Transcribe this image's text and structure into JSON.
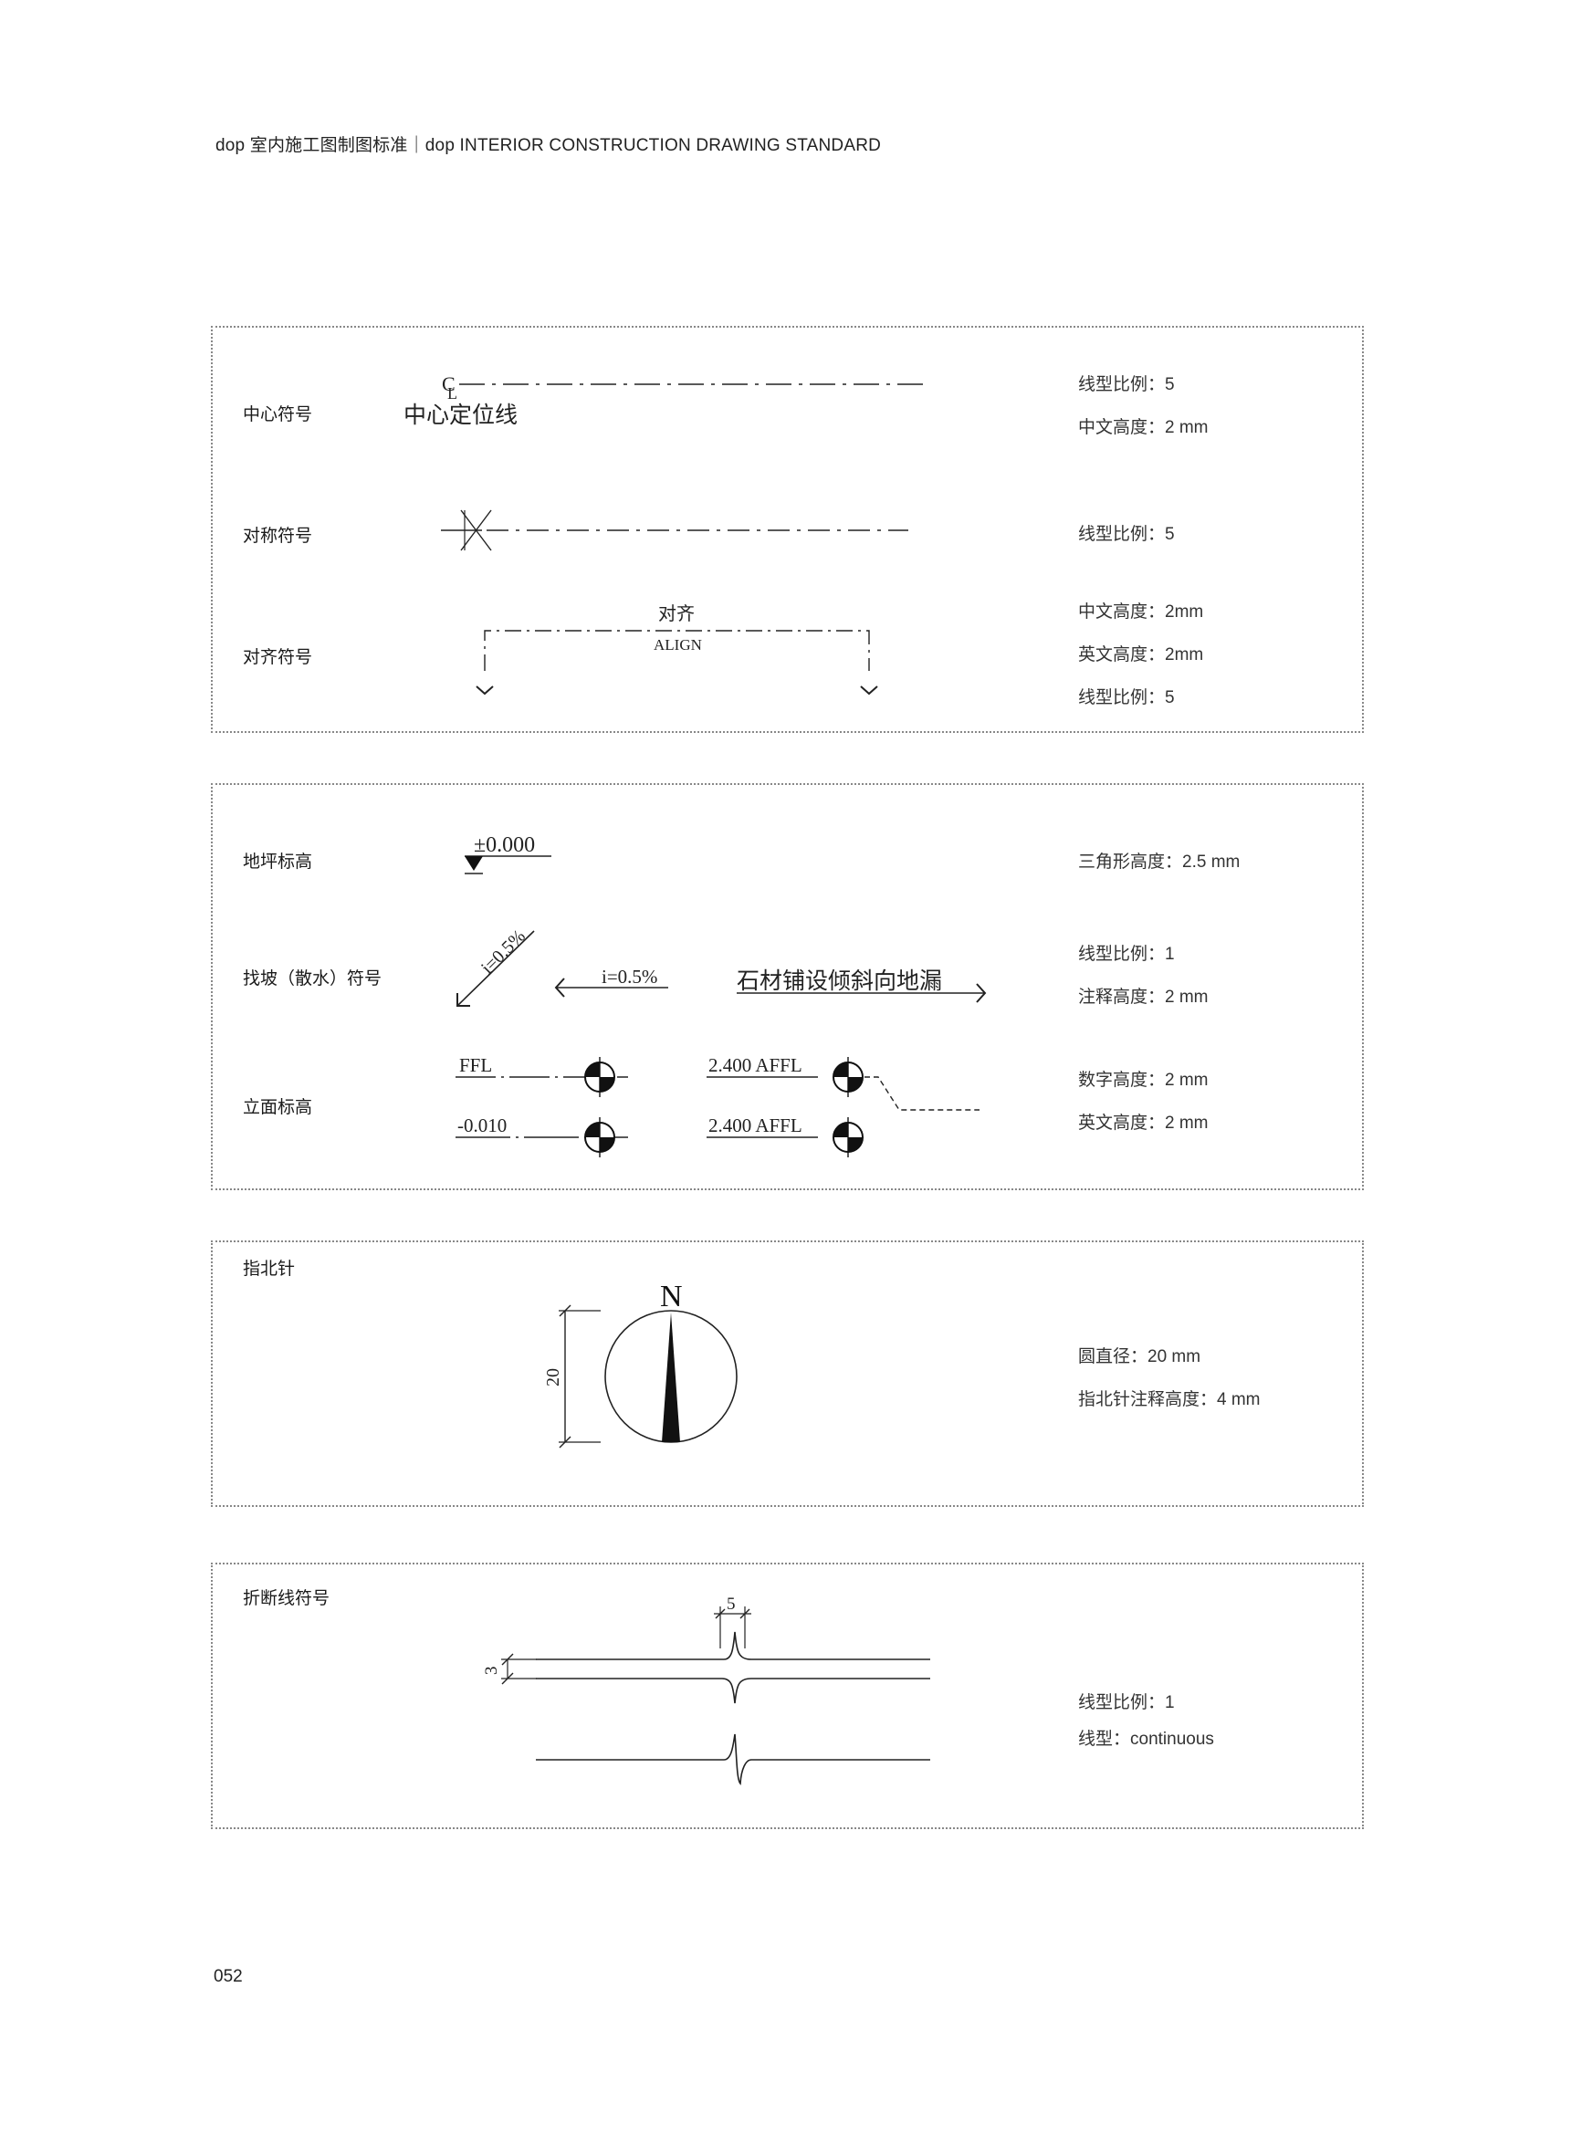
{
  "header": {
    "title": "dop 室内施工图制图标准｜dop INTERIOR CONSTRUCTION DRAWING STANDARD"
  },
  "page_number": "052",
  "sections": {
    "center": {
      "label": "中心符号",
      "cl_c": "C",
      "cl_l": "L",
      "caption": "中心定位线",
      "specs": [
        "线型比例：5",
        "中文高度：2 mm"
      ]
    },
    "symmetry": {
      "label": "对称符号",
      "specs": [
        "线型比例：5"
      ]
    },
    "align": {
      "label": "对齐符号",
      "text_cn": "对齐",
      "text_en": "ALIGN",
      "specs": [
        "中文高度：2mm",
        "英文高度：2mm",
        "线型比例：5"
      ]
    },
    "floor_level": {
      "label": "地坪标高",
      "value": "±0.000",
      "specs": [
        "三角形高度：2.5 mm"
      ]
    },
    "slope": {
      "label": "找坡（散水）符号",
      "diag_text": "i=0.5%",
      "arrow_text": "i=0.5%",
      "stone_text": "石材铺设倾斜向地漏",
      "specs": [
        "线型比例：1",
        "注释高度：2 mm"
      ]
    },
    "elevation": {
      "label": "立面标高",
      "ffl": "FFL",
      "neg": "-0.010",
      "affl_1": "2.400 AFFL",
      "affl_2": "2.400 AFFL",
      "specs": [
        "数字高度：2 mm",
        "英文高度：2 mm"
      ]
    },
    "north": {
      "label": "指北针",
      "n": "N",
      "dim": "20",
      "specs": [
        "圆直径：20 mm",
        "指北针注释高度：4 mm"
      ]
    },
    "break": {
      "label": "折断线符号",
      "dim_top": "5",
      "dim_side": "3",
      "specs": [
        "线型比例：1",
        "线型：continuous"
      ]
    }
  }
}
